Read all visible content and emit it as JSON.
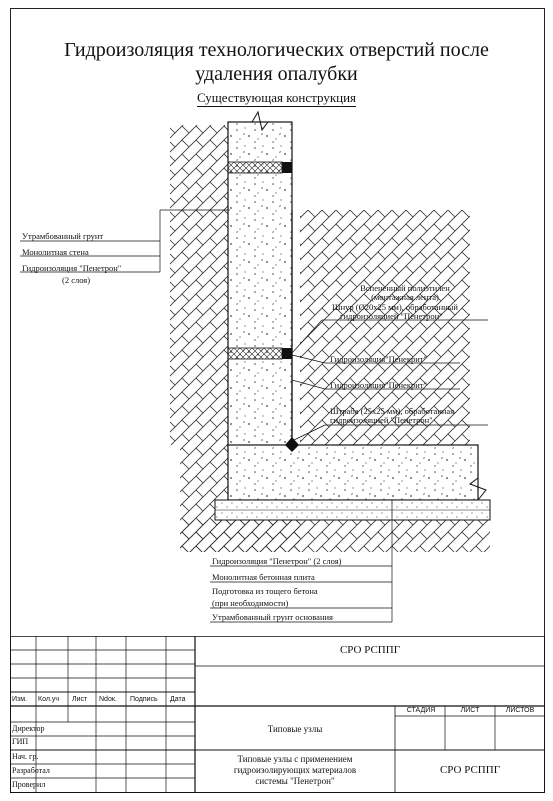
{
  "title_line1": "Гидроизоляция технологических отверстий после",
  "title_line2": "удаления опалубки",
  "subtitle": "Существующая конструкция",
  "left_labels": {
    "soil": "Утрамбованный грунт",
    "wall": "Монолитная стена",
    "waterproofing": "Гидроизоляция \"Пенетрон\"",
    "layers": "(2 слоя)"
  },
  "right_labels": {
    "foam_line1": "Вспененный полиэтилен",
    "foam_line2": "(монтажная лента)",
    "seam_line1": "Шнур (Ø20х25 мм), обработанный",
    "seam_line2": "гидроизоляцией \"Пенетрон\"",
    "peneckrit1": "Гидроизоляция\"Пенекрит\"",
    "peneckrit2": "Гидроизоляция\"Пенекрит\"",
    "groove_line1": "Штраба (25х25 мм), обработанная",
    "groove_line2": "гидроизоляцией \"Пенетрон\""
  },
  "bottom_labels": {
    "l1": "Гидроизоляция \"Пенетрон\" (2 слоя)",
    "l2": "Монолитная бетонная плита",
    "l3": "Подготовка из тощего бетона",
    "l4": "(при необходимости)",
    "l5": "Утрамбованный грунт основания"
  },
  "stamp": {
    "org_top": "СРО РСППГ",
    "headers": [
      "Изм.",
      "Кол.уч",
      "Лист",
      "Ndoк.",
      "Подпись",
      "Дата"
    ],
    "roles": [
      "Директор",
      "ГИП",
      "Нач. гр.",
      "Разработал",
      "Проверил"
    ],
    "doc_title": "Типовые узлы",
    "stage": "СТАДИЯ",
    "sheet": "ЛИСТ",
    "sheets": "ЛИСТОВ",
    "desc_line1": "Типовые узлы с применением",
    "desc_line2": "гидроизолирующих материалов",
    "desc_line3": "системы \"Пенетрон\"",
    "org_bottom": "СРО РСППГ"
  }
}
